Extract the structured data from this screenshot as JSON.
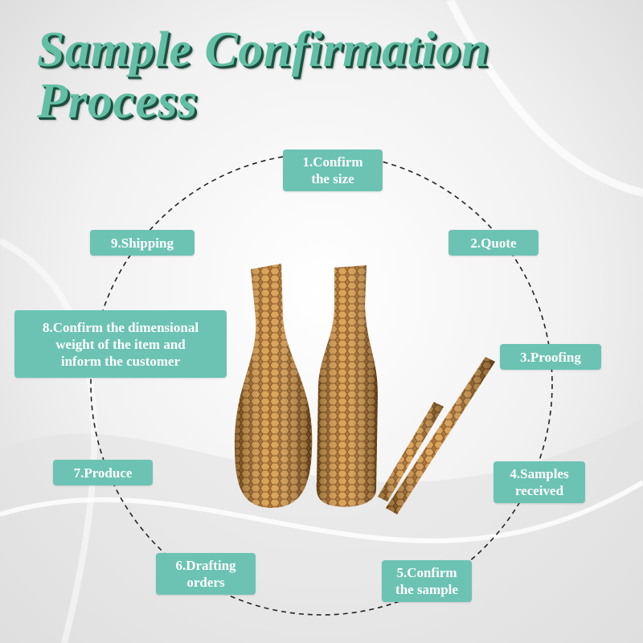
{
  "title": {
    "line1": "Sample Confirmation",
    "line2": "Process"
  },
  "steps": [
    {
      "label": "1.Confirm\nthe size"
    },
    {
      "label": "2.Quote"
    },
    {
      "label": "3.Proofing"
    },
    {
      "label": "4.Samples\nreceived"
    },
    {
      "label": "5.Confirm\nthe sample"
    },
    {
      "label": "6.Drafting\norders"
    },
    {
      "label": "7.Produce"
    },
    {
      "label": "8.Confirm the dimensional\nweight of the item and\ninform the customer"
    },
    {
      "label": "9.Shipping"
    }
  ],
  "colors": {
    "accent": "#6cc3b3",
    "title": "#62bfa6",
    "title_shadow": "#1d4f3f",
    "paper": "#c98a3e"
  }
}
